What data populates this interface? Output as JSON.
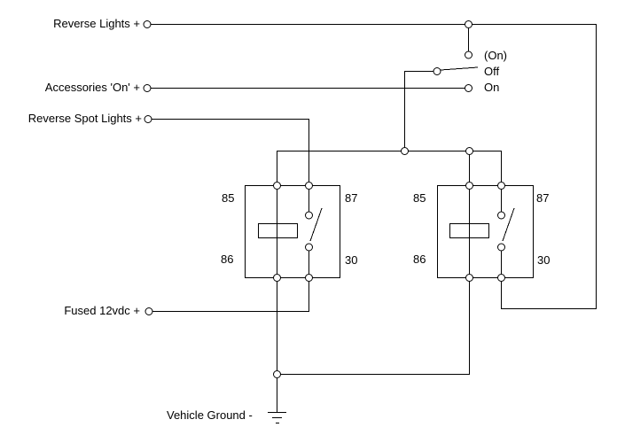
{
  "labels": {
    "reverse_lights": "Reverse Lights +",
    "accessories_on": "Accessories 'On' +",
    "reverse_spot_lights": "Reverse Spot Lights +",
    "fused_12vdc": "Fused 12vdc +",
    "vehicle_ground": "Vehicle Ground -"
  },
  "switch": {
    "momentary_on": "(On)",
    "off": "Off",
    "on": "On"
  },
  "relay1": {
    "t85": "85",
    "t87": "87",
    "t86": "86",
    "t30": "30"
  },
  "relay2": {
    "t85": "85",
    "t87": "87",
    "t86": "86",
    "t30": "30"
  },
  "colors": {
    "wire": "#000000",
    "background": "#ffffff",
    "text": "#000000"
  }
}
